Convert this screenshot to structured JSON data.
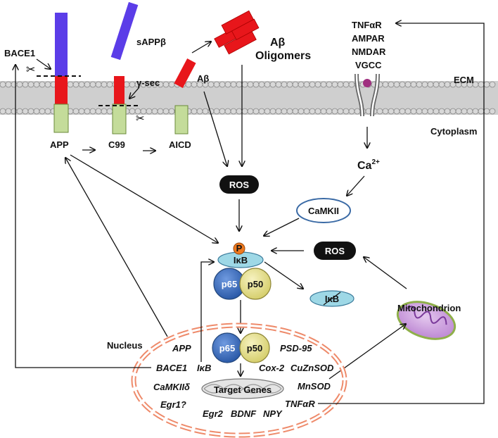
{
  "labels": {
    "bace1": "BACE1",
    "sappb": "sAPPβ",
    "gsec": "γ-sec",
    "abeta": "Aβ",
    "oligo_line1": "Aβ",
    "oligo_line2": "Oligomers",
    "app": "APP",
    "c99": "C99",
    "aicd": "AICD",
    "ecm": "ECM",
    "cytoplasm": "Cytoplasm",
    "ca": "Ca",
    "ca_sup": "2+",
    "ros_top": "ROS",
    "ros_right": "ROS",
    "camkii": "CaMKII",
    "p": "P",
    "ikb": "IκB",
    "ikb_deg": "IκB",
    "p65_top": "p65",
    "p50_top": "p50",
    "p65_nuc": "p65",
    "p50_nuc": "p50",
    "nucleus": "Nucleus",
    "mito": "Mitochondrion",
    "target_genes": "Target Genes"
  },
  "receptors": [
    "TNFαR",
    "AMPAR",
    "NMDAR",
    "VGCC"
  ],
  "genes": {
    "app": "APP",
    "bace1": "BACE1",
    "camkii_d": "CaMKIIδ",
    "egr1": "Egr1?",
    "egr2": "Egr2",
    "bdnf": "BDNF",
    "npy": "NPY",
    "ikb": "IκB",
    "psd95": "PSD-95",
    "cox2": "Cox-2",
    "cuznsod": "CuZnSOD",
    "mnsod": "MnSOD",
    "tnfar": "TNFαR"
  },
  "colors": {
    "blue_domain": "#5b3de8",
    "red_domain": "#e8161b",
    "green_domain": "#c4dc9a",
    "pill": "#111111",
    "p65": "#3a6fc0",
    "p50": "#e5e09a",
    "ikb": "#9ed8e6",
    "phospho": "#f07a1e",
    "nucleus_border": "#f07a55",
    "mito": "#c898d8"
  }
}
